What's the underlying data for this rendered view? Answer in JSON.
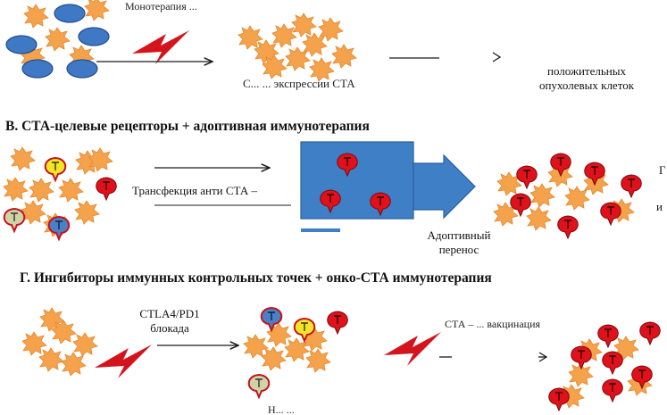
{
  "sections": {
    "a": {
      "top_label_partial": "Монотерапия ...",
      "middle_label_partial": "С... ... экспрессии СТА",
      "result_label": "положительных опухолевых клеток"
    },
    "b": {
      "heading": "В. СТА-целевые рецепторы + адоптивная иммунотерапия",
      "transfection_label": "Трансфекция анти СТА –",
      "transfer_label": "Адоптивный перенос",
      "right_edge_fragment": "Г",
      "right_edge_fragment2": "и"
    },
    "c": {
      "heading": "Г. Ингибиторы иммунных контрольных точек + онко-СТА иммунотерапия",
      "blockade_label": "CTLA4/PD1 блокада",
      "cta_immunization_label": "СТА – ... вакцинация",
      "bottom_label_partial": "Н... ..."
    }
  },
  "colors": {
    "tumor_cell": "#f4a24c",
    "blue_cell": "#3f78c4",
    "receptor_red": "#e0111b",
    "receptor_blue": "#4a80c7",
    "receptor_yellow": "#f3e62a",
    "receptor_sage": "#cfd3a8",
    "bolt_red": "#d4141c",
    "transfer_box": "#3f7fc6",
    "arrow_dark": "#1a1a1a"
  }
}
